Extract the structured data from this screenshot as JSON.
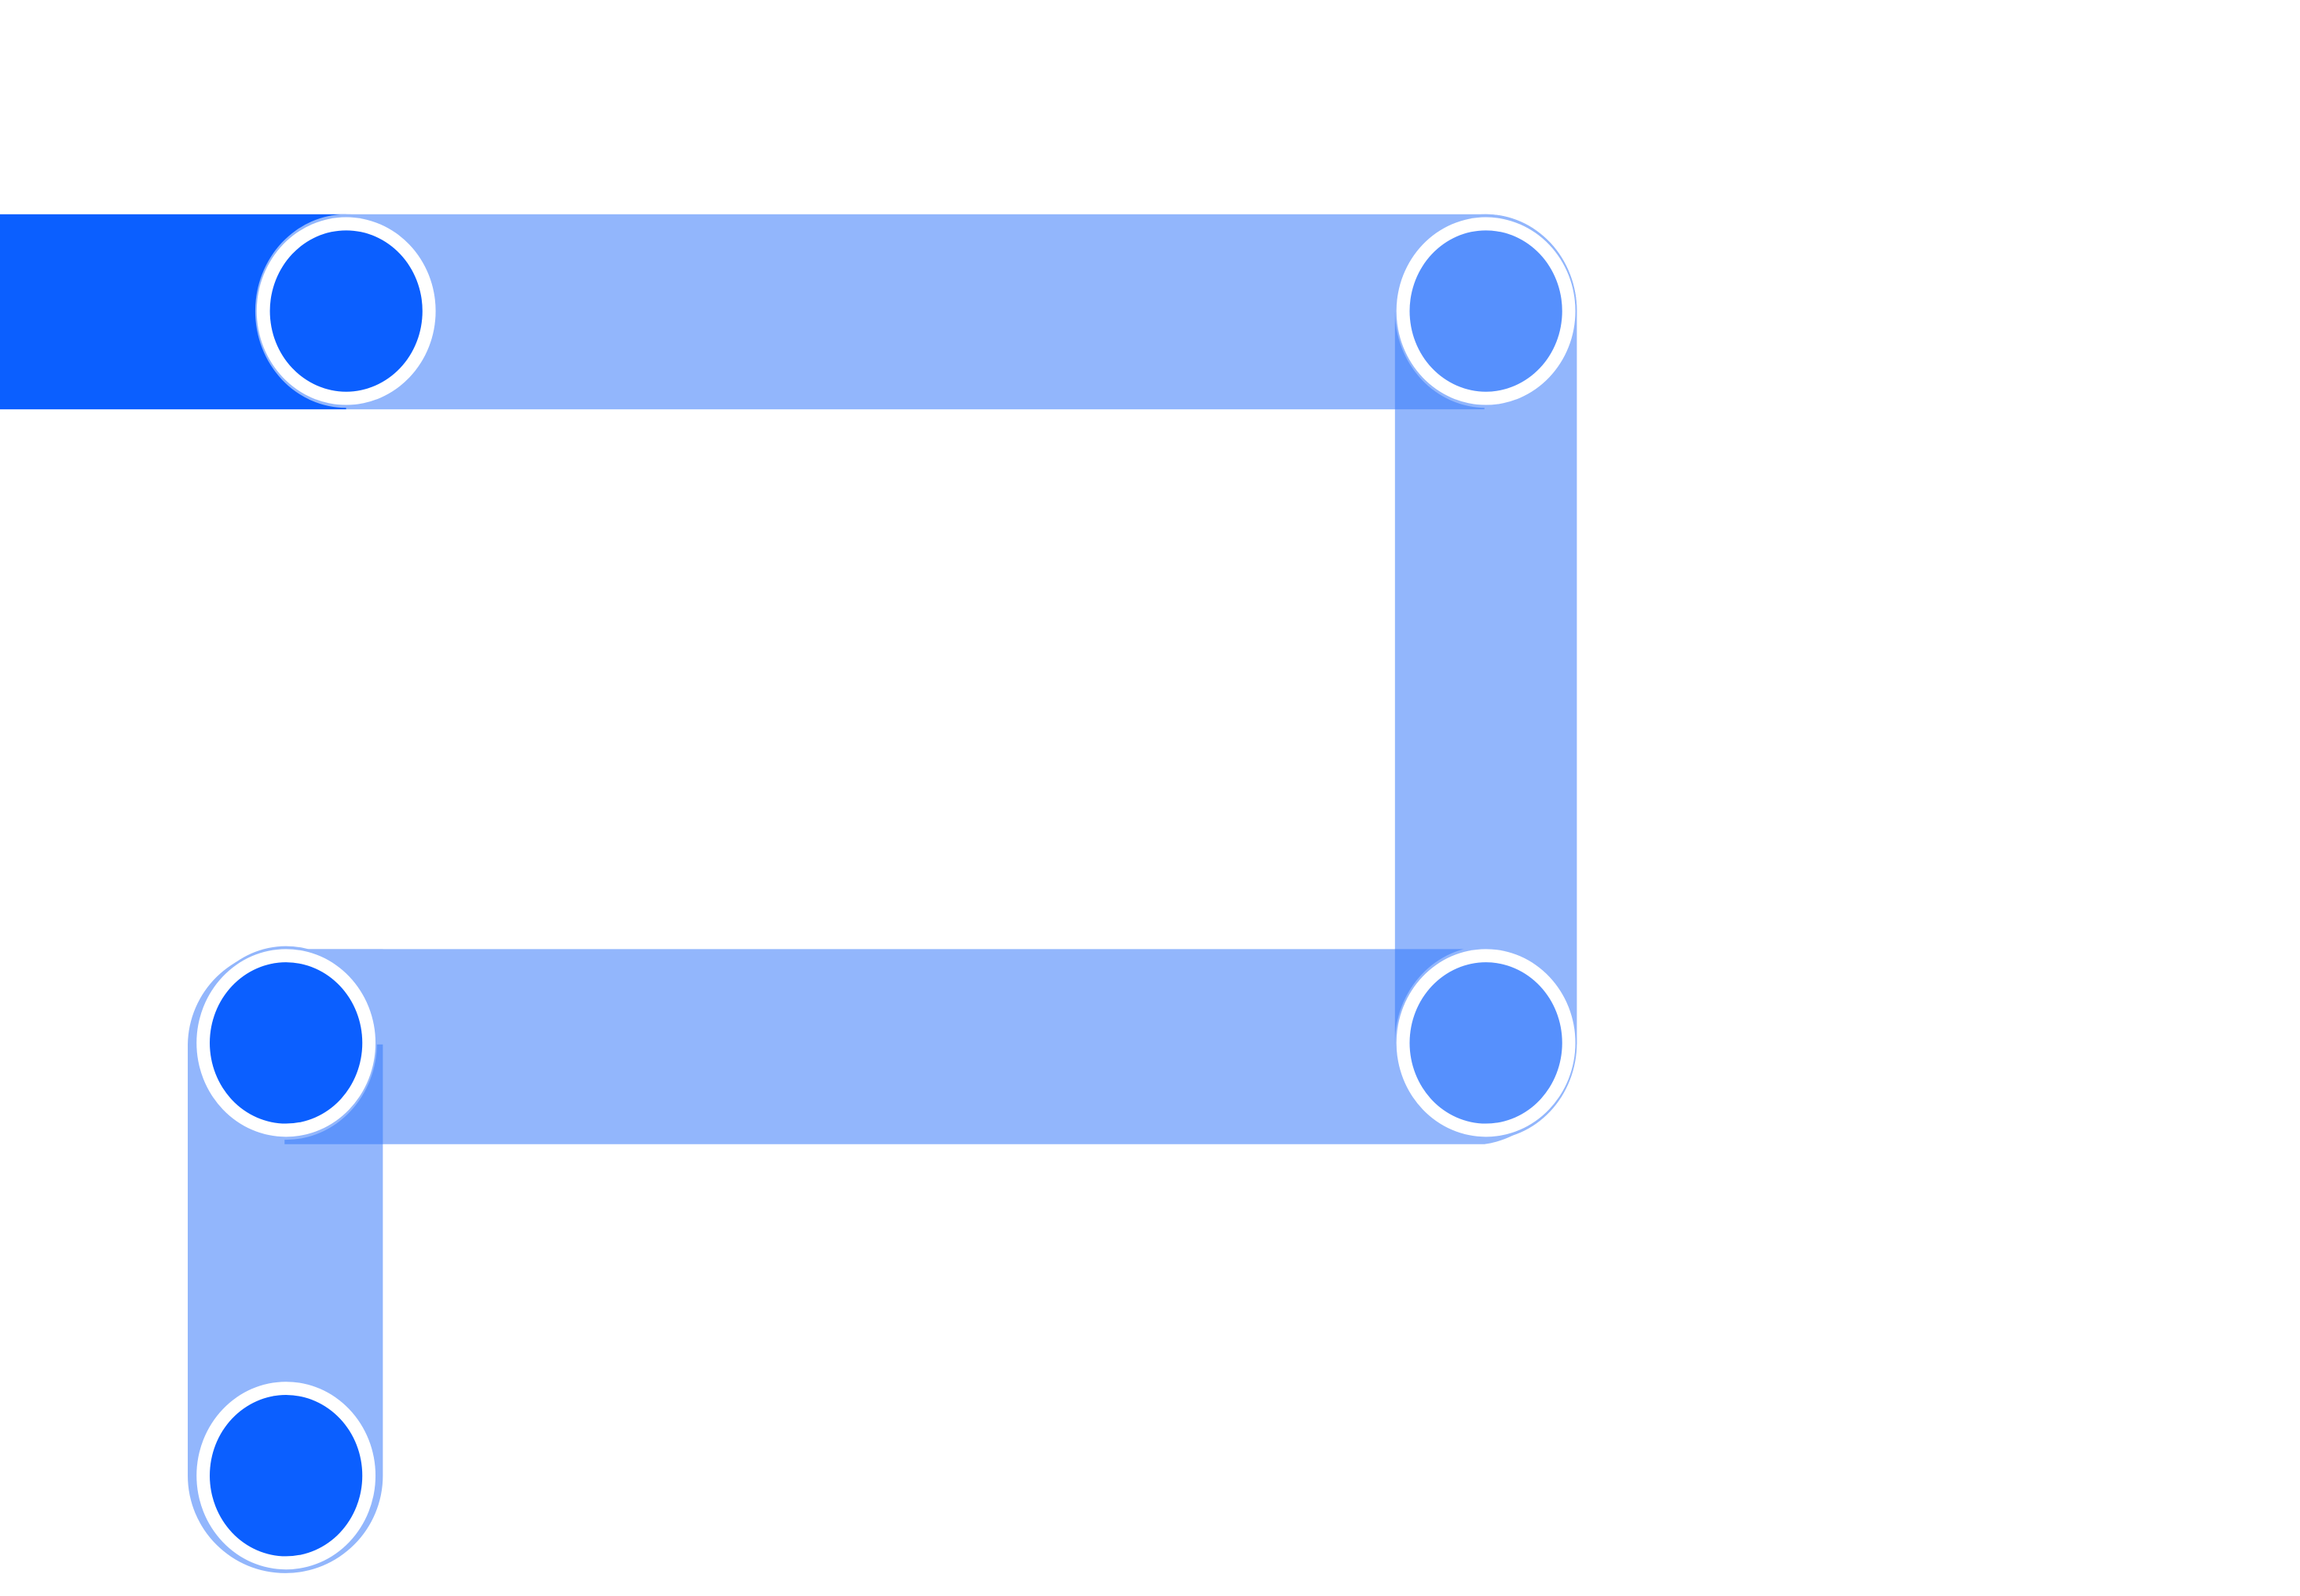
{
  "colors": {
    "background": "#ffffff",
    "primary": "#0b5fff",
    "path_light": "#92b6fc",
    "path_overlap": "#5f95fb",
    "node_faded": "#5690fd",
    "ring": "#ffffff"
  },
  "path": {
    "segments": [
      {
        "id": "seg-entry",
        "state": "active",
        "description_label": ""
      },
      {
        "id": "seg-top",
        "state": "inactive"
      },
      {
        "id": "seg-right",
        "state": "inactive"
      },
      {
        "id": "seg-middle",
        "state": "inactive"
      },
      {
        "id": "seg-left",
        "state": "inactive"
      }
    ],
    "nodes": [
      {
        "id": "node-top-left",
        "state": "active"
      },
      {
        "id": "node-top-right",
        "state": "faded"
      },
      {
        "id": "node-middle-right",
        "state": "faded"
      },
      {
        "id": "node-middle-left",
        "state": "active"
      },
      {
        "id": "node-bottom-left",
        "state": "active"
      }
    ]
  }
}
